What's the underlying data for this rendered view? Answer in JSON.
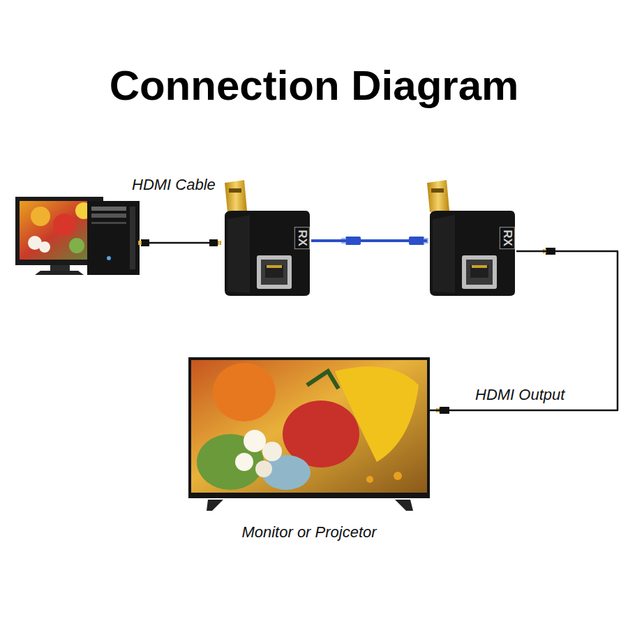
{
  "diagram": {
    "title": "Connection Diagram",
    "nodes": [
      {
        "text": [
          "RX"
        ]
      },
      {
        "text": [
          "RX"
        ]
      },
      {
        "text": [
          "Monitor or Projcetor"
        ]
      }
    ],
    "edges": [
      {
        "from": 0,
        "to": 1,
        "arrow": "none"
      },
      {
        "from": 1,
        "to": 2,
        "label": "HDMI Output",
        "arrow": "none"
      }
    ],
    "labels": [
      "HDMI Cable"
    ]
  }
}
